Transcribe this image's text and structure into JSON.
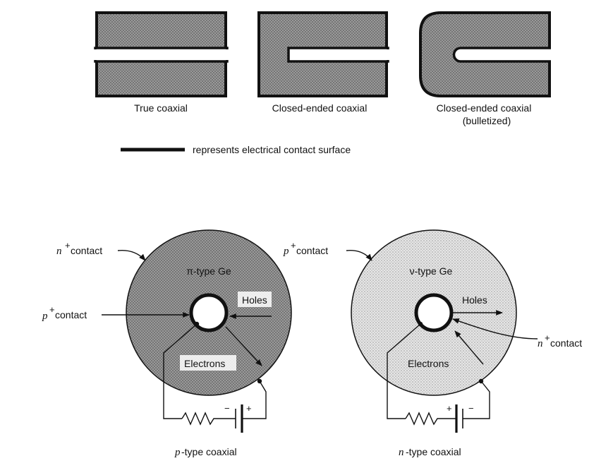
{
  "top": {
    "true_coaxial": "True coaxial",
    "closed_ended": "Closed-ended coaxial",
    "bulletized_line1": "Closed-ended coaxial",
    "bulletized_line2": "(bulletized)",
    "legend": "represents electrical contact surface"
  },
  "left_detector": {
    "material": "π-type Ge",
    "outer_contact_sup": "+",
    "outer_contact_n": "n",
    "outer_contact_word": " contact",
    "inner_contact_p": "p",
    "inner_contact_sup": "+",
    "inner_contact_word": " contact",
    "holes": "Holes",
    "electrons": "Electrons",
    "battery_minus": "−",
    "battery_plus": "+",
    "caption_italic": "p",
    "caption_rest": "-type coaxial"
  },
  "right_detector": {
    "material": "ν-type Ge",
    "outer_contact_p": "p",
    "outer_contact_sup": "+",
    "outer_contact_word": " contact",
    "inner_contact_n": "n",
    "inner_contact_sup": "+",
    "inner_contact_word": " contact",
    "holes": "Holes",
    "electrons": "Electrons",
    "battery_plus": "+",
    "battery_minus": "−",
    "caption_italic": "n",
    "caption_rest": "-type coaxial"
  }
}
